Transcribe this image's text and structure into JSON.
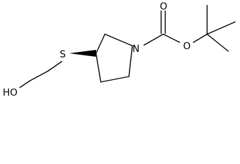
{
  "structure": {
    "atoms": {
      "hydroxyl": "HO",
      "sulfur": "S",
      "nitrogen": "N",
      "carbonyl_oxygen": "O",
      "ester_oxygen": "O"
    },
    "line_color": "#000000",
    "background_color": "#ffffff"
  }
}
